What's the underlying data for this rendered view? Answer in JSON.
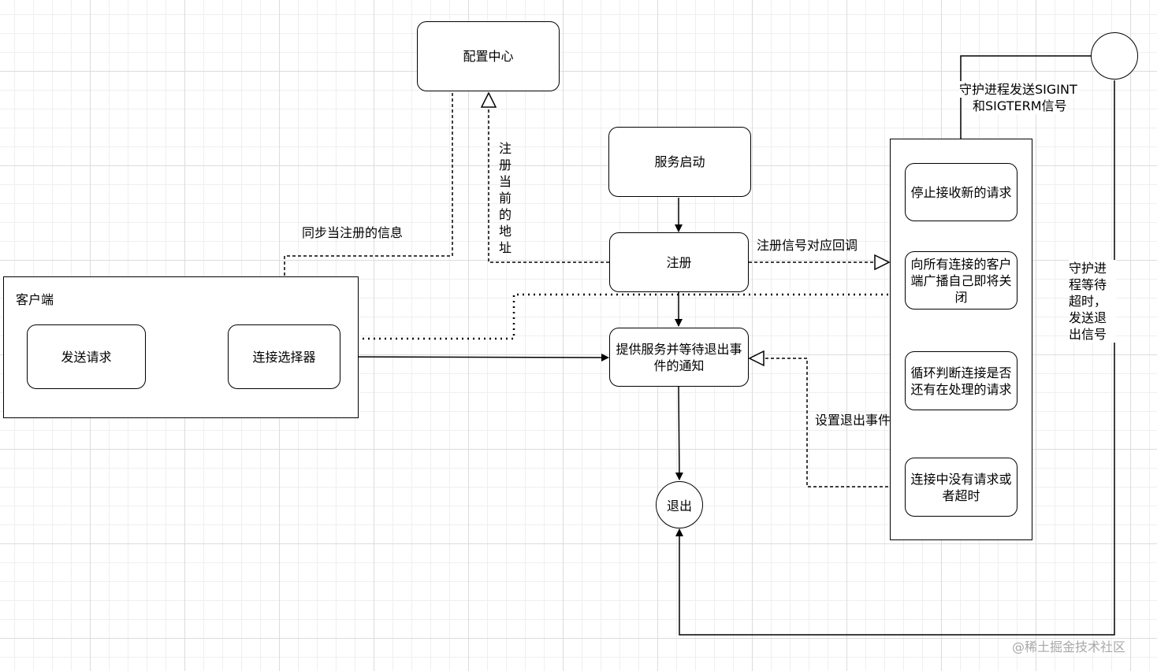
{
  "nodes": {
    "config_center": "配置中心",
    "service_start": "服务启动",
    "register": "注册",
    "provide_service": "提供服务并等待退出事件的通知",
    "exit": "退出",
    "client_group": "客户端",
    "send_request": "发送请求",
    "conn_selector": "连接选择器",
    "stop_receive": "停止接收新的请求",
    "broadcast": "向所有连接的客户端广播自己即将关闭",
    "loop_check": "循环判断连接是否还有在处理的请求",
    "no_request": "连接中没有请求或者超时"
  },
  "edge_labels": {
    "sync_info": "同步当注册的信息",
    "register_addr": "注册当前的地址",
    "signal_callback": "注册信号对应回调",
    "daemon_send_line1": "守护进程发送SIGINT",
    "daemon_send_line2": "和SIGTERM信号",
    "daemon_wait": "守护进程等待超时，发送退出信号",
    "set_exit": "设置退出事件"
  },
  "watermark": "@稀土掘金技术社区"
}
